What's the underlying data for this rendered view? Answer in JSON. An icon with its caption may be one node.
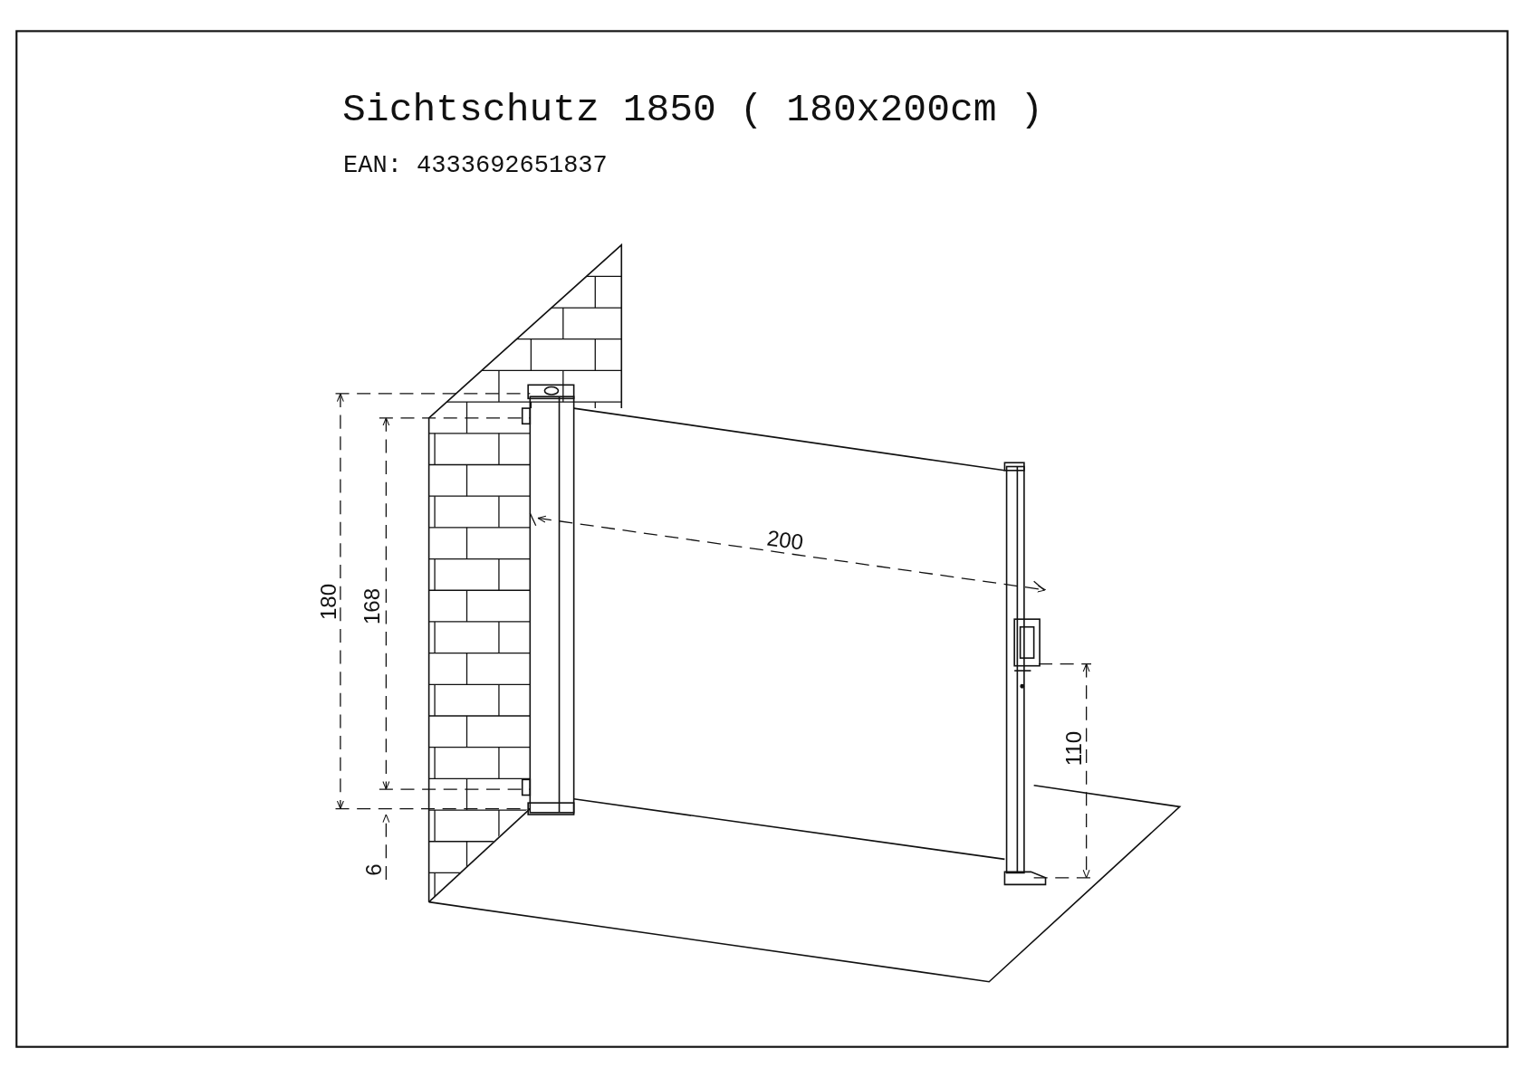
{
  "diagram": {
    "title": "Sichtschutz 1850 ( 180x200cm )",
    "labels": [
      "EAN: 4333692651837",
      "200",
      "180",
      "168",
      "110",
      "6"
    ]
  }
}
